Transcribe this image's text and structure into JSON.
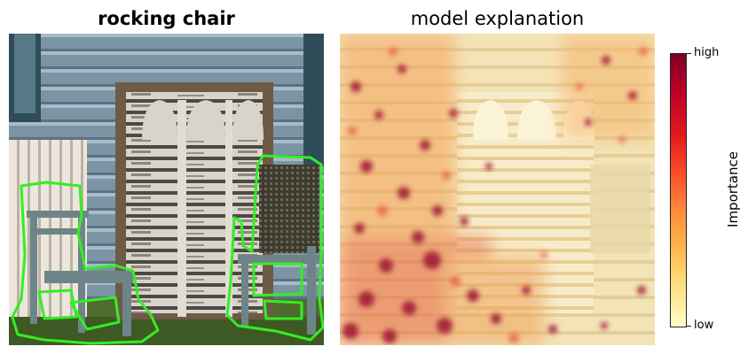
{
  "left_panel": {
    "title": "rocking chair",
    "outline_color": "#33ee22"
  },
  "right_panel": {
    "title": "model explanation"
  },
  "colorbar": {
    "label": "Importance",
    "high_label": "high",
    "low_label": "low",
    "colors": [
      "#7f0026",
      "#bd0026",
      "#e31a1c",
      "#fc4e2a",
      "#fd8d3c",
      "#feb24c",
      "#fed976",
      "#ffeda0",
      "#ffffcc"
    ]
  }
}
